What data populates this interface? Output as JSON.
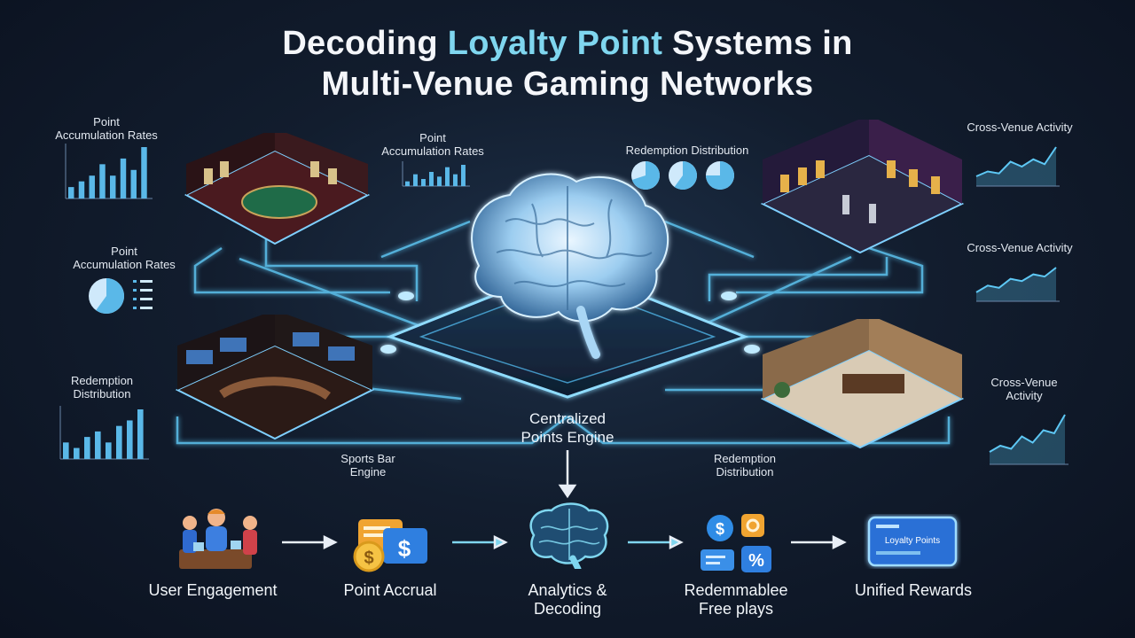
{
  "title": {
    "line1_pre": "Decoding ",
    "line1_accent": "Loyalty Point",
    "line1_post": " Systems in",
    "line2": "Multi-Venue Gaming Networks"
  },
  "side_labels": {
    "left_top": [
      "Point",
      "Accumulation Rates"
    ],
    "left_mid": [
      "Point",
      "Accumulation Rates"
    ],
    "left_bottom": [
      "Redemption",
      "Distribution"
    ],
    "center_left": [
      "Point",
      "Accumulation Rates"
    ],
    "center_right": [
      "Redemption Distribution"
    ],
    "right_top": [
      "Cross-Venue Activity"
    ],
    "right_mid": [
      "Cross-Venue Activity"
    ],
    "right_bottom": [
      "Cross-Venue",
      "Activity"
    ]
  },
  "venue_labels": {
    "sports_bar": [
      "Sports Bar",
      "Engine"
    ],
    "lounge": [
      "Redemption",
      "Distribution"
    ]
  },
  "engine_label": [
    "Centralized",
    "Points Engine"
  ],
  "flow": [
    {
      "label": [
        "User Engagement"
      ],
      "icon": "people-at-counter-icon"
    },
    {
      "label": [
        "Point Accrual"
      ],
      "icon": "coin-and-points-card-icon"
    },
    {
      "label": [
        "Analytics &",
        "Decoding"
      ],
      "icon": "brain-icon"
    },
    {
      "label": [
        "Redemmablee",
        "Free plays"
      ],
      "icon": "dollar-and-percent-icon"
    },
    {
      "label": [
        "Unified Rewards"
      ],
      "icon": "loyalty-card-icon"
    }
  ],
  "loyalty_card_text": "Loyalty Points",
  "flow_icon_text": {
    "dollar": "$",
    "percent": "%"
  },
  "chart_data": [
    {
      "type": "bar",
      "position": "left-top",
      "values": [
        2,
        3,
        4,
        6,
        4,
        7,
        5,
        9
      ]
    },
    {
      "type": "bar",
      "position": "center-left",
      "values": [
        2,
        5,
        3,
        6,
        4,
        8,
        5,
        9
      ]
    },
    {
      "type": "bar",
      "position": "left-bottom",
      "values": [
        3,
        2,
        4,
        5,
        3,
        6,
        7,
        9
      ]
    },
    {
      "type": "pie",
      "position": "left-mid",
      "values": [
        60,
        40
      ]
    },
    {
      "type": "pie",
      "position": "center-right",
      "values": [
        [
          70,
          30
        ],
        [
          60,
          40
        ],
        [
          75,
          25
        ]
      ]
    },
    {
      "type": "area",
      "position": "right-top",
      "values": [
        2,
        3,
        2.6,
        5,
        4,
        5.5,
        4.5,
        8
      ]
    },
    {
      "type": "area",
      "position": "right-mid",
      "values": [
        2,
        3.5,
        3,
        5,
        4.5,
        6,
        5.5,
        7.5
      ]
    },
    {
      "type": "area",
      "position": "right-bottom",
      "values": [
        2,
        3,
        2.5,
        4.5,
        3.5,
        5.5,
        5,
        8
      ]
    }
  ],
  "colors": {
    "accent": "#7fd6ef",
    "glow": "#5ec8f5",
    "bar": "#5ab8e8",
    "background": "#121d2e"
  }
}
